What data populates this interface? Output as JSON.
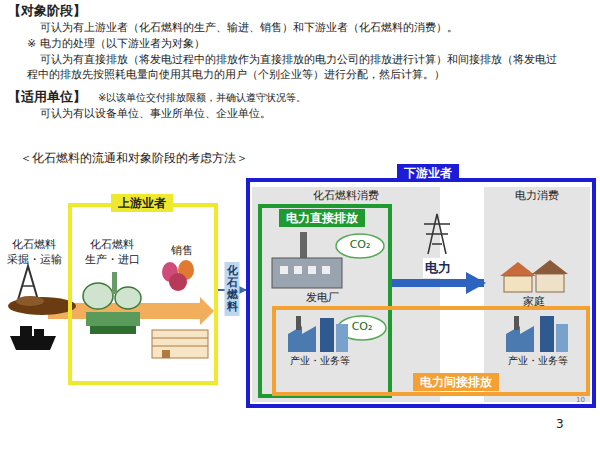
{
  "diagram": {
    "nodes": [
      {
        "text": [
          "上游业者"
        ]
      },
      {
        "text": [
          "下游业者"
        ]
      },
      {
        "text": [
          "化石燃料消费"
        ],
        "in": 1
      },
      {
        "text": [
          "电力消费"
        ],
        "in": 1
      },
      {
        "text": [
          "电力直接排放"
        ],
        "in": 2
      },
      {
        "text": [
          "电力间接排放"
        ],
        "in": 1
      }
    ],
    "edges": [
      {
        "from": 0,
        "to": 1,
        "label": "化石燃料",
        "arrow": "to"
      },
      {
        "from": 4,
        "to": 3,
        "label": "电力",
        "arrow": "to"
      }
    ],
    "labels": [
      "【对象阶段】",
      "可认为有上游业者（化石燃料的生产、输进、销售）和下游业者（化石燃料的消费）。",
      "※ 电力的处理（以下游业者为对象）",
      "可认为有直接排放（将发电过程中的排放作为直接排放的电力公司的排放进行计算）和间接排放（将发电过程中的排放先按照耗电量向使用其电力的用户（个别企业等）进行分配，然后计算。）",
      "【适用单位】",
      "※以该单位交付排放限额，并确认遵守状况等。",
      "可认为有以设备单位、事业所单位、企业单位。",
      "＜化石燃料的流通和对象阶段的考虑方法＞",
      "化石燃料 采掘・运输",
      "化石燃料 生产・进口",
      "销售",
      "发电厂",
      "家庭",
      "产业・业务等",
      "产业・业务等",
      "CO₂",
      "CO₂",
      "10",
      "3"
    ]
  }
}
